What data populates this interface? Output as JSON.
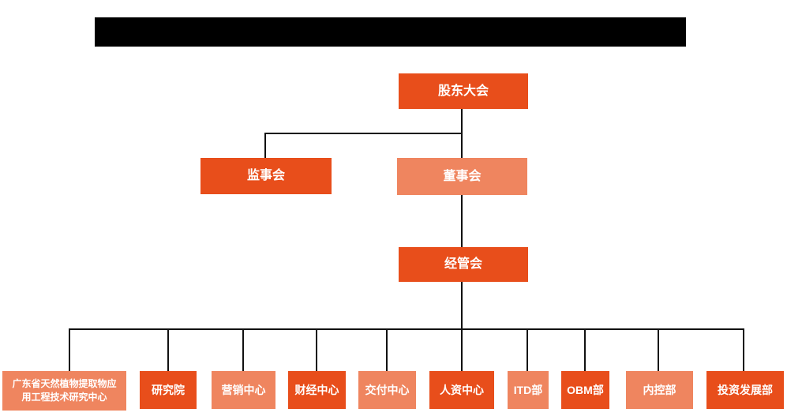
{
  "colors": {
    "background": "#FFFFFF",
    "node_dark": "#E84E1B",
    "node_light": "#EF855F",
    "node_text": "#FFFFFF",
    "connector": "#111111",
    "redaction": "#000000"
  },
  "org_chart": {
    "type": "organization-chart",
    "title_bar": {
      "state": "redacted-black-bar",
      "text": ""
    },
    "nodes": [
      {
        "label": "股东大会",
        "tone": "dark",
        "level": 1
      },
      {
        "label": "监事会",
        "tone": "dark",
        "level": 2
      },
      {
        "label": "董事会",
        "tone": "light",
        "level": 2
      },
      {
        "label": "经管会",
        "tone": "dark",
        "level": 3
      },
      {
        "label": "广东省天然植物提取物应用工程技术研究中心",
        "tone": "light",
        "level": 4
      },
      {
        "label": "研究院",
        "tone": "dark",
        "level": 4
      },
      {
        "label": "营销中心",
        "tone": "light",
        "level": 4
      },
      {
        "label": "财经中心",
        "tone": "dark",
        "level": 4
      },
      {
        "label": "交付中心",
        "tone": "light",
        "level": 4
      },
      {
        "label": "人资中心",
        "tone": "dark",
        "level": 4
      },
      {
        "label": "ITD部",
        "tone": "light",
        "level": 4
      },
      {
        "label": "OBM部",
        "tone": "dark",
        "level": 4
      },
      {
        "label": "内控部",
        "tone": "light",
        "level": 4
      },
      {
        "label": "投资发展部",
        "tone": "dark",
        "level": 4
      }
    ],
    "edges": [
      [
        "股东大会",
        "监事会"
      ],
      [
        "股东大会",
        "董事会"
      ],
      [
        "董事会",
        "经管会"
      ],
      [
        "经管会",
        "广东省天然植物提取物应用工程技术研究中心"
      ],
      [
        "经管会",
        "研究院"
      ],
      [
        "经管会",
        "营销中心"
      ],
      [
        "经管会",
        "财经中心"
      ],
      [
        "经管会",
        "交付中心"
      ],
      [
        "经管会",
        "人资中心"
      ],
      [
        "经管会",
        "ITD部"
      ],
      [
        "经管会",
        "OBM部"
      ],
      [
        "经管会",
        "内控部"
      ],
      [
        "经管会",
        "投资发展部"
      ]
    ]
  }
}
